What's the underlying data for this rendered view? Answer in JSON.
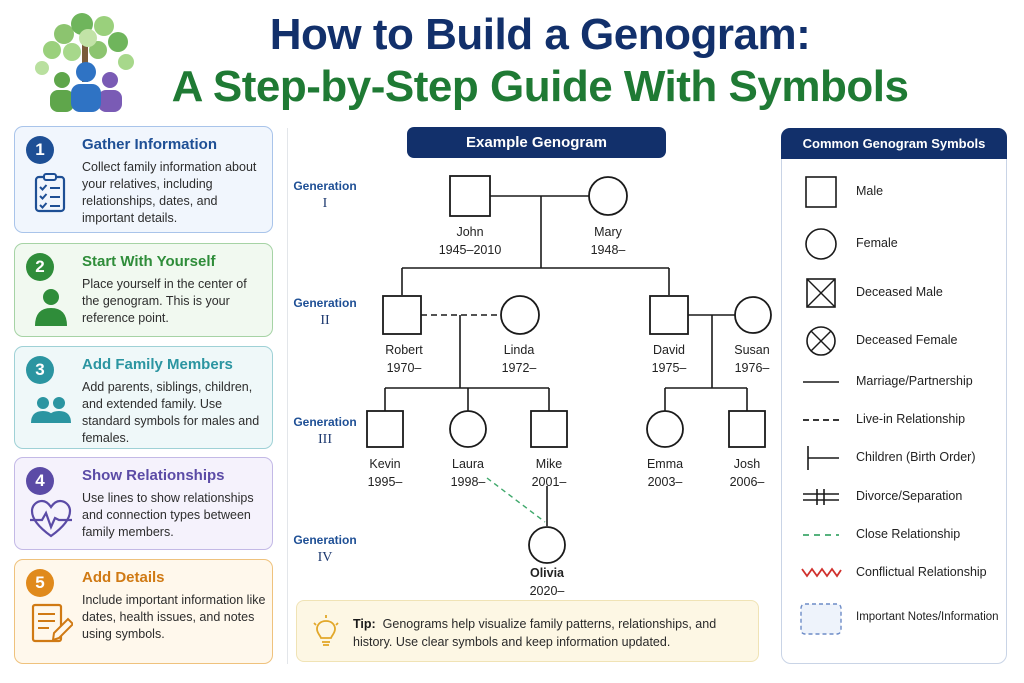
{
  "title": {
    "line1": "How to Build a Genogram:",
    "line2": "A Step-by-Step Guide With Symbols"
  },
  "steps": [
    {
      "num": "1",
      "title": "Gather Information",
      "body": "Collect family information about your relatives, including relationships, dates, and important details.",
      "icon": "clipboard-checklist-icon",
      "color": "#1e4f95"
    },
    {
      "num": "2",
      "title": "Start With Yourself",
      "body": "Place yourself in the center of the genogram. This is your reference point.",
      "icon": "person-icon",
      "color": "#2f8d3a"
    },
    {
      "num": "3",
      "title": "Add Family Members",
      "body": "Add parents, siblings, children, and extended family. Use standard symbols for males and females.",
      "icon": "people-group-icon",
      "color": "#2b95a1"
    },
    {
      "num": "4",
      "title": "Show Relationships",
      "body": "Use lines to show relationships and connection types between family members.",
      "icon": "heart-pulse-icon",
      "color": "#5b4ba6"
    },
    {
      "num": "5",
      "title": "Add Details",
      "body": "Include important information like dates, health issues, and notes using symbols.",
      "icon": "document-pencil-icon",
      "color": "#e08a1c"
    }
  ],
  "example": {
    "header": "Example Genogram",
    "generations": [
      {
        "label": "Generation",
        "roman": "I"
      },
      {
        "label": "Generation",
        "roman": "II"
      },
      {
        "label": "Generation",
        "roman": "III"
      },
      {
        "label": "Generation",
        "roman": "IV"
      }
    ],
    "people": {
      "john": {
        "name": "John",
        "years": "1945–2010",
        "sex": "male"
      },
      "mary": {
        "name": "Mary",
        "years": "1948–",
        "sex": "female"
      },
      "robert": {
        "name": "Robert",
        "years": "1970–",
        "sex": "male"
      },
      "linda": {
        "name": "Linda",
        "years": "1972–",
        "sex": "female"
      },
      "david": {
        "name": "David",
        "years": "1975–",
        "sex": "male"
      },
      "susan": {
        "name": "Susan",
        "years": "1976–",
        "sex": "female"
      },
      "kevin": {
        "name": "Kevin",
        "years": "1995–",
        "sex": "male"
      },
      "laura": {
        "name": "Laura",
        "years": "1998–",
        "sex": "female"
      },
      "mike": {
        "name": "Mike",
        "years": "2001–",
        "sex": "male"
      },
      "emma": {
        "name": "Emma",
        "years": "2003–",
        "sex": "female"
      },
      "josh": {
        "name": "Josh",
        "years": "2006–",
        "sex": "male"
      },
      "olivia": {
        "name": "Olivia",
        "years": "2020–",
        "sex": "female"
      }
    }
  },
  "tip": {
    "label": "Tip:",
    "text": "Genograms help visualize family patterns, relationships, and history. Use clear symbols and keep information updated."
  },
  "legend": {
    "header": "Common Genogram Symbols",
    "items": [
      {
        "label": "Male",
        "symbol": "square"
      },
      {
        "label": "Female",
        "symbol": "circle"
      },
      {
        "label": "Deceased Male",
        "symbol": "square-x"
      },
      {
        "label": "Deceased Female",
        "symbol": "circle-x"
      },
      {
        "label": "Marriage/Partnership",
        "symbol": "solid-line"
      },
      {
        "label": "Live-in Relationship",
        "symbol": "dashed-line"
      },
      {
        "label": "Children (Birth Order)",
        "symbol": "t-line"
      },
      {
        "label": "Divorce/Separation",
        "symbol": "double-slash-line"
      },
      {
        "label": "Close Relationship",
        "symbol": "green-dashed-line"
      },
      {
        "label": "Conflictual Relationship",
        "symbol": "red-zigzag"
      },
      {
        "label": "Important Notes/Information",
        "symbol": "dashed-box"
      }
    ]
  },
  "colors": {
    "navy": "#12306b",
    "green": "#1f7a34",
    "close_relationship": "#3fa86b",
    "conflict": "#d0302c"
  }
}
